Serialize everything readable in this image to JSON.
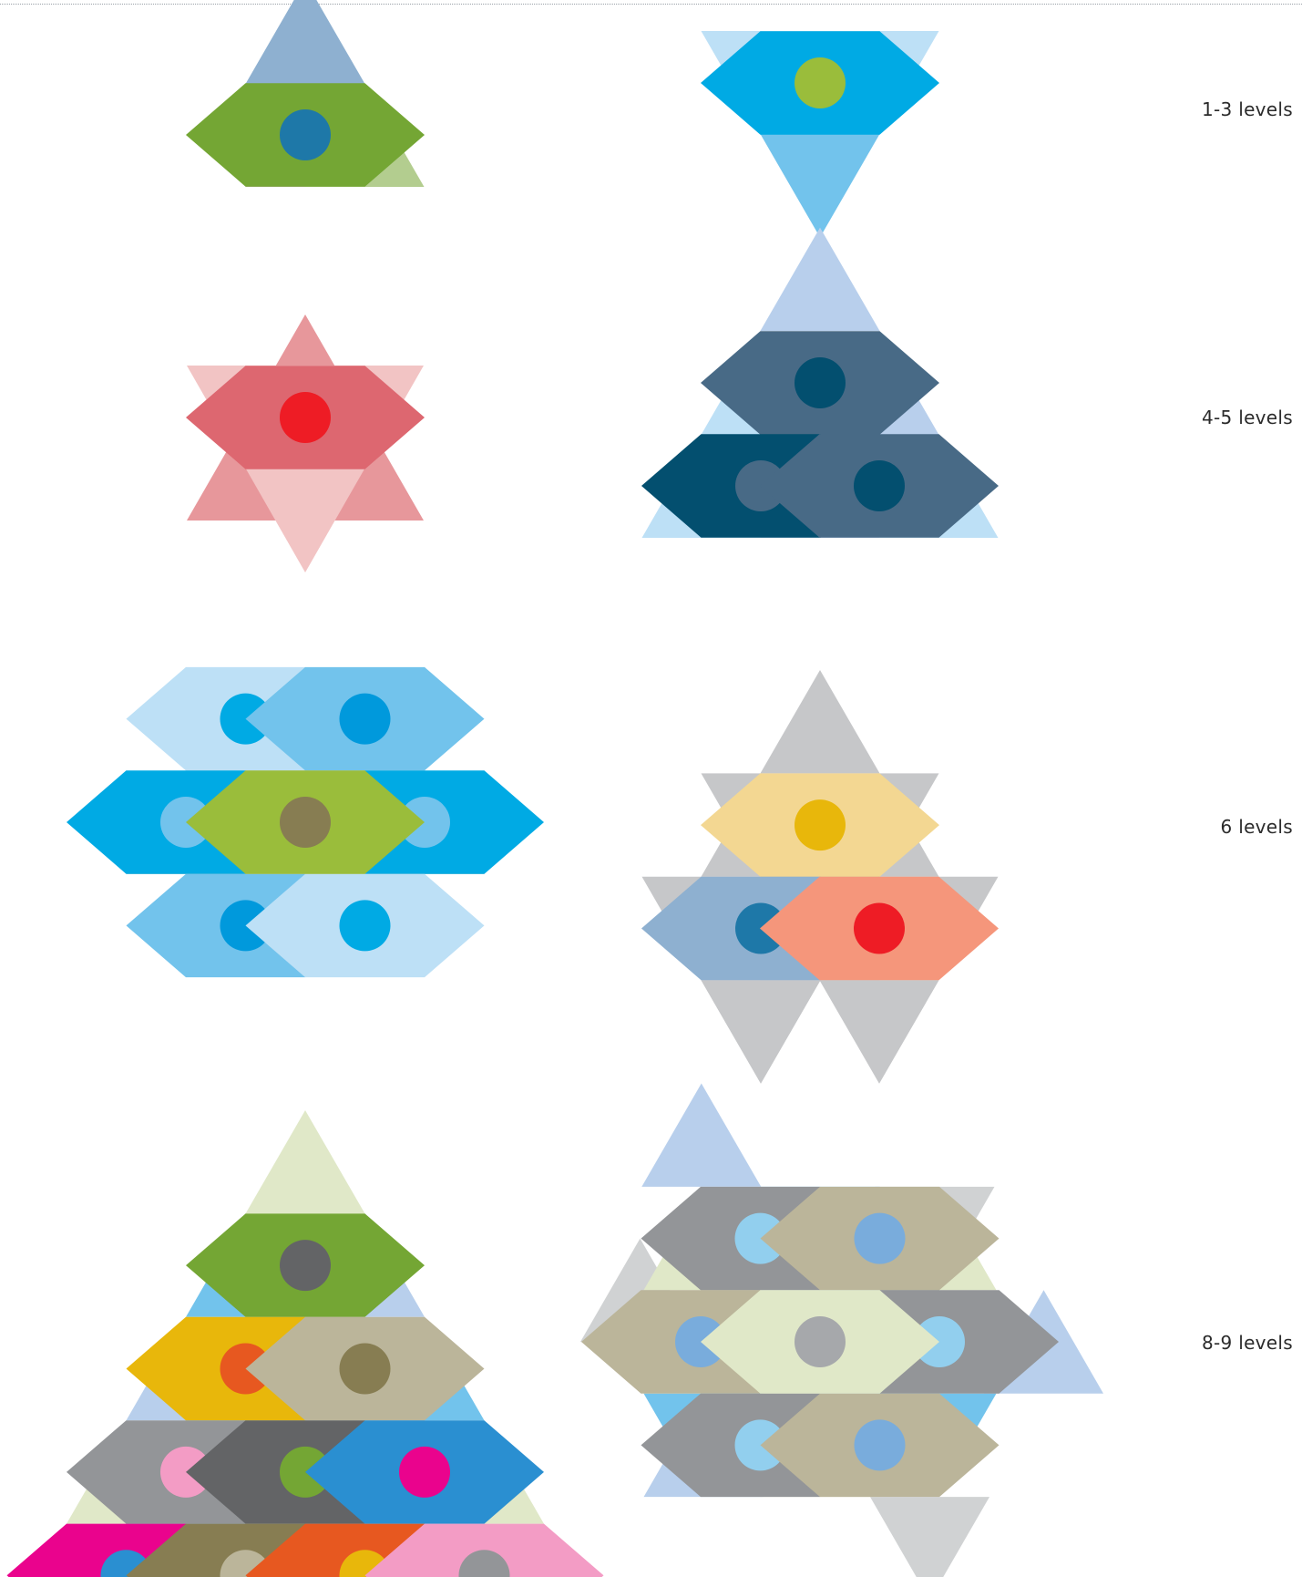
{
  "labels": [
    "1-3 levels",
    "4-5 levels",
    "6 levels",
    "8-9 levels"
  ],
  "colors": {
    "dark_blue": "#034f6f",
    "slate_blue": "#486a86",
    "steel_blue": "#1e78a8",
    "cyan": "#00aae4",
    "mid_blue": "#0099dc",
    "sky": "#72c3ec",
    "pale_sky": "#bde0f6",
    "periwinkle": "#b8cfec",
    "light_blue": "#92cfee",
    "soft_blue": "#79acdc",
    "dusty_blue": "#8eb0d0",
    "leaf_green": "#74a634",
    "lime": "#9abd3b",
    "pale_green": "#b3cd8f",
    "cream_green": "#e0e8c8",
    "olive": "#877d52",
    "khaki": "#bbb59a",
    "beige": "#d8d8c6",
    "tan": "#b8b096",
    "dark_grey": "#636466",
    "grey": "#939598",
    "light_grey": "#c6c7c9",
    "pale_grey": "#d0d2d3",
    "mauve": "#c4aeb1",
    "red": "#ee1c25",
    "rose": "#dd6770",
    "rose_mid": "#e7979b",
    "rose_pale": "#f2c4c4",
    "amber": "#e8b70b",
    "pale_amber": "#f3d792",
    "salmon": "#f5967b",
    "orange": "#e75820",
    "magenta": "#ea038d",
    "pink": "#f39cc5",
    "sage": "#a0986e"
  }
}
